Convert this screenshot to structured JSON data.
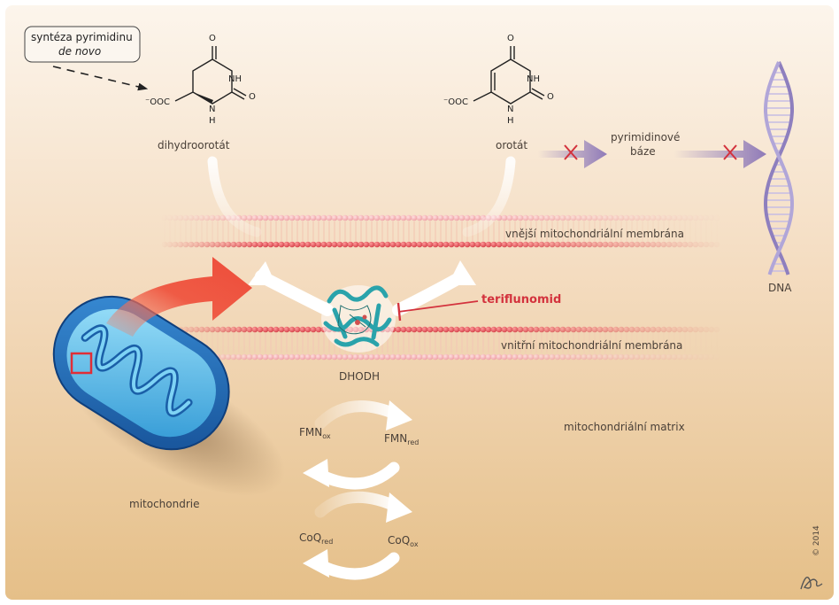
{
  "colors": {
    "background_top": "#fbf3e9",
    "background_bottom": "#e7c38e",
    "membrane_red": "#e8555c",
    "membrane_pink": "#f4b0b3",
    "inhibitor_red": "#d3323d",
    "arrow_purple": "#8f7ab8",
    "dna_purple": "#9d8fc6",
    "mito_blue": "#1f74c1",
    "mito_inner": "#5ec2ef",
    "protein_teal": "#39b3b8"
  },
  "icons": [
    "dashed-arrow-icon",
    "red-cross-icon",
    "inhibition-bar-icon",
    "cycle-arrow-icon",
    "dna-helix-icon",
    "mitochondrion-illustration",
    "dhodh-protein-icon"
  ],
  "callout": {
    "line1": "syntéza pyrimidinu",
    "line2": "de novo"
  },
  "molecules": {
    "dihydroorotate": {
      "name": "dihydroorotát",
      "atoms": {
        "o_top": "O",
        "nh_right": "NH",
        "o_right": "O",
        "nh_bottom": "N",
        "h_bottom": "H",
        "carboxylate": "⁻OOC"
      }
    },
    "orotate": {
      "name": "orotát",
      "atoms": {
        "o_top": "O",
        "nh_right": "NH",
        "o_right": "O",
        "nh_bottom": "N",
        "h_bottom": "H",
        "carboxylate": "⁻OOC"
      }
    }
  },
  "pathway": {
    "pyrimidine_bases_line1": "pyrimidinové",
    "pyrimidine_bases_line2": "báze",
    "dna": "DNA"
  },
  "membranes": {
    "outer": "vnější mitochondriální membrána",
    "inner": "vnitřní mitochondriální membrána",
    "matrix": "mitochondriální matrix"
  },
  "enzyme": {
    "name": "DHODH",
    "inhibitor": "teriflunomid"
  },
  "cofactors": {
    "fmn_ox_base": "FMN",
    "fmn_ox_sub": "ox",
    "fmn_red_base": "FMN",
    "fmn_red_sub": "red",
    "coq_red_base": "CoQ",
    "coq_red_sub": "red",
    "coq_ox_base": "CoQ",
    "coq_ox_sub": "ox"
  },
  "organelle": "mitochondrie",
  "credit": "© 2014"
}
